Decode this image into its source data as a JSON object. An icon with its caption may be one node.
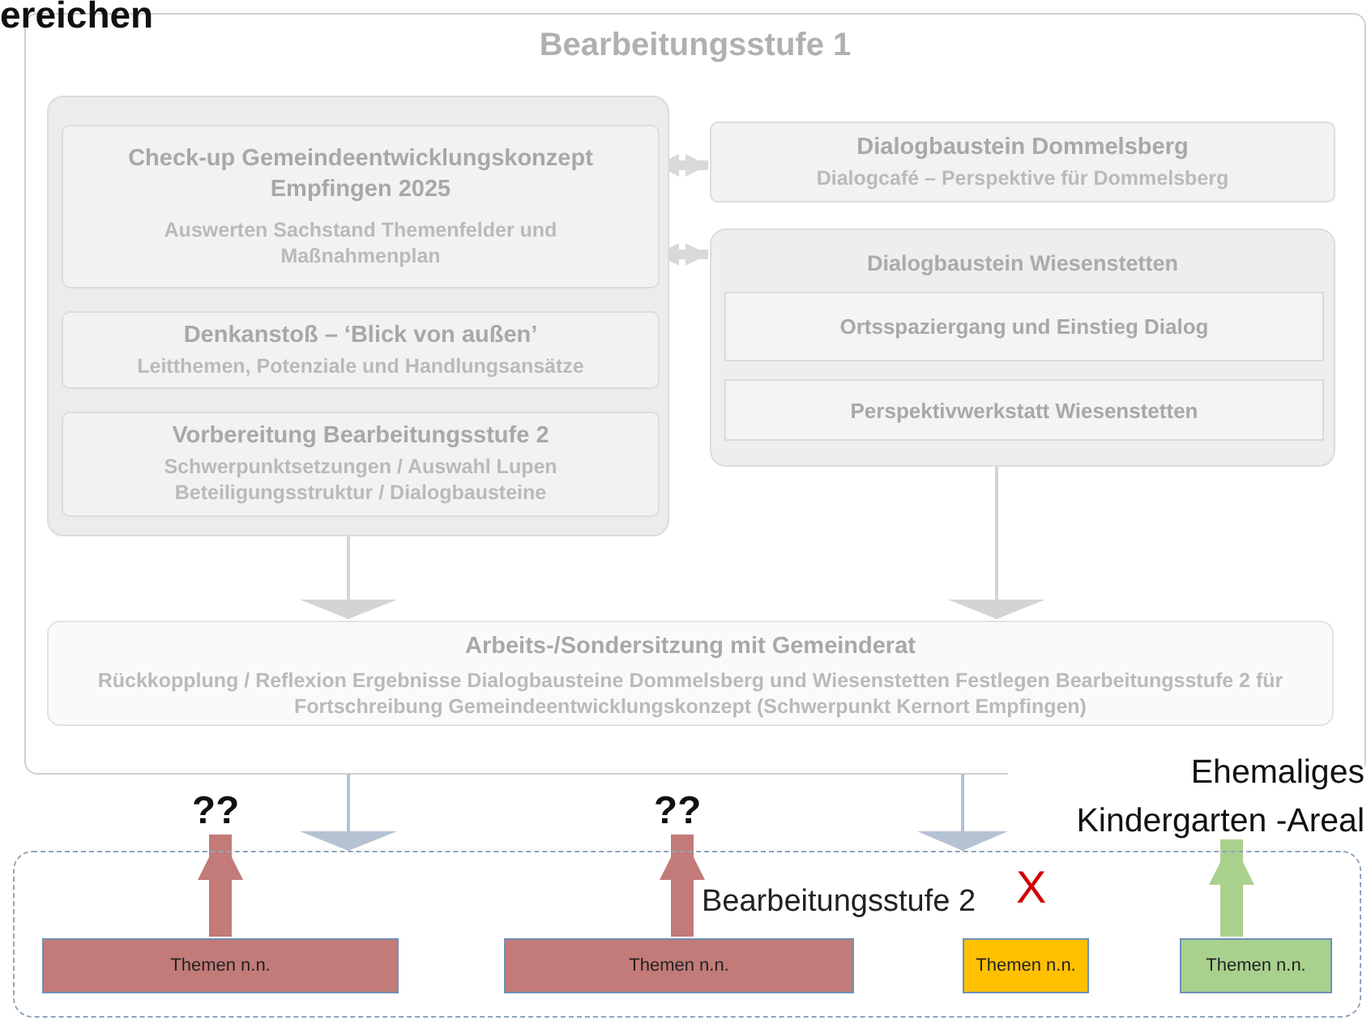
{
  "diagram": {
    "title": "ereichen",
    "nodes": [
      {
        "text": [
          "Bearbeitungsstufe 1"
        ]
      },
      {
        "text": [],
        "shape": "box",
        "in": 0
      },
      {
        "text": [
          "Check-up Gemeindeentwicklungskonzept Empfingen 2025",
          "Auswerten Sachstand Themenfelder und Maßnahmenplan"
        ],
        "in": 1
      },
      {
        "text": [
          "Denkanstoß – ‘Blick von außen’",
          "Leitthemen, Potenziale und Handlungsansätze"
        ],
        "in": 1
      },
      {
        "text": [
          "Vorbereitung Bearbeitungsstufe 2",
          "Schwerpunktsetzungen / Auswahl Lupen Beteiligungsstruktur / Dialogbausteine"
        ],
        "in": 1
      },
      {
        "text": [
          "Dialogbaustein Dommelsberg",
          "Dialogcafé – Perspektive für Dommelsberg"
        ],
        "in": 0
      },
      {
        "text": [
          "Dialogbaustein Wiesenstetten"
        ],
        "in": 0
      },
      {
        "text": [
          "Ortsspaziergang und Einstieg Dialog"
        ],
        "in": 6
      },
      {
        "text": [
          "Perspektivwerkstatt Wiesenstetten"
        ],
        "in": 6
      },
      {
        "text": [
          "Arbeits-/Sondersitzung mit Gemeinderat",
          "Rückkopplung / Reflexion Ergebnisse Dialogbausteine Dommelsberg und Wiesenstetten Festlegen Bearbeitungsstufe 2 für Fortschreibung Gemeindeentwicklungskonzept (Schwerpunkt Kernort Empfingen)"
        ],
        "in": 0
      },
      {
        "text": [
          "Bearbeitungsstufe 2"
        ]
      },
      {
        "text": [
          "Themen n.n."
        ],
        "in": 10
      },
      {
        "text": [
          "Themen n.n."
        ],
        "in": 10
      },
      {
        "text": [
          "Themen n.n."
        ],
        "in": 10
      },
      {
        "text": [
          "Themen n.n."
        ],
        "in": 10
      },
      {
        "text": [
          "??"
        ]
      },
      {
        "text": [
          "??"
        ]
      },
      {
        "text": [
          "Ehemaliges Kindergarten -Areal"
        ]
      }
    ],
    "edges": [
      {
        "from": 2,
        "to": 5,
        "arrow": "both",
        "color": "#d9d9d9"
      },
      {
        "from": 2,
        "to": 6,
        "arrow": "both",
        "color": "#d9d9d9"
      },
      {
        "from": 1,
        "to": 9,
        "arrow": "to",
        "color": "#d4d4d4"
      },
      {
        "from": 6,
        "to": 9,
        "arrow": "to",
        "color": "#d4d4d4"
      },
      {
        "from": 0,
        "to": 10,
        "arrow": "to"
      },
      {
        "from": 0,
        "to": 10,
        "arrow": "to"
      },
      {
        "from": 11,
        "to": 15,
        "arrow": "to",
        "style": "thick",
        "color": "#c27b78"
      },
      {
        "from": 12,
        "to": 16,
        "arrow": "to",
        "style": "thick",
        "color": "#c27b78"
      },
      {
        "from": 14,
        "to": 17,
        "arrow": "to",
        "style": "thick",
        "color": "#a9d18e"
      }
    ],
    "labels": [
      "X"
    ]
  }
}
